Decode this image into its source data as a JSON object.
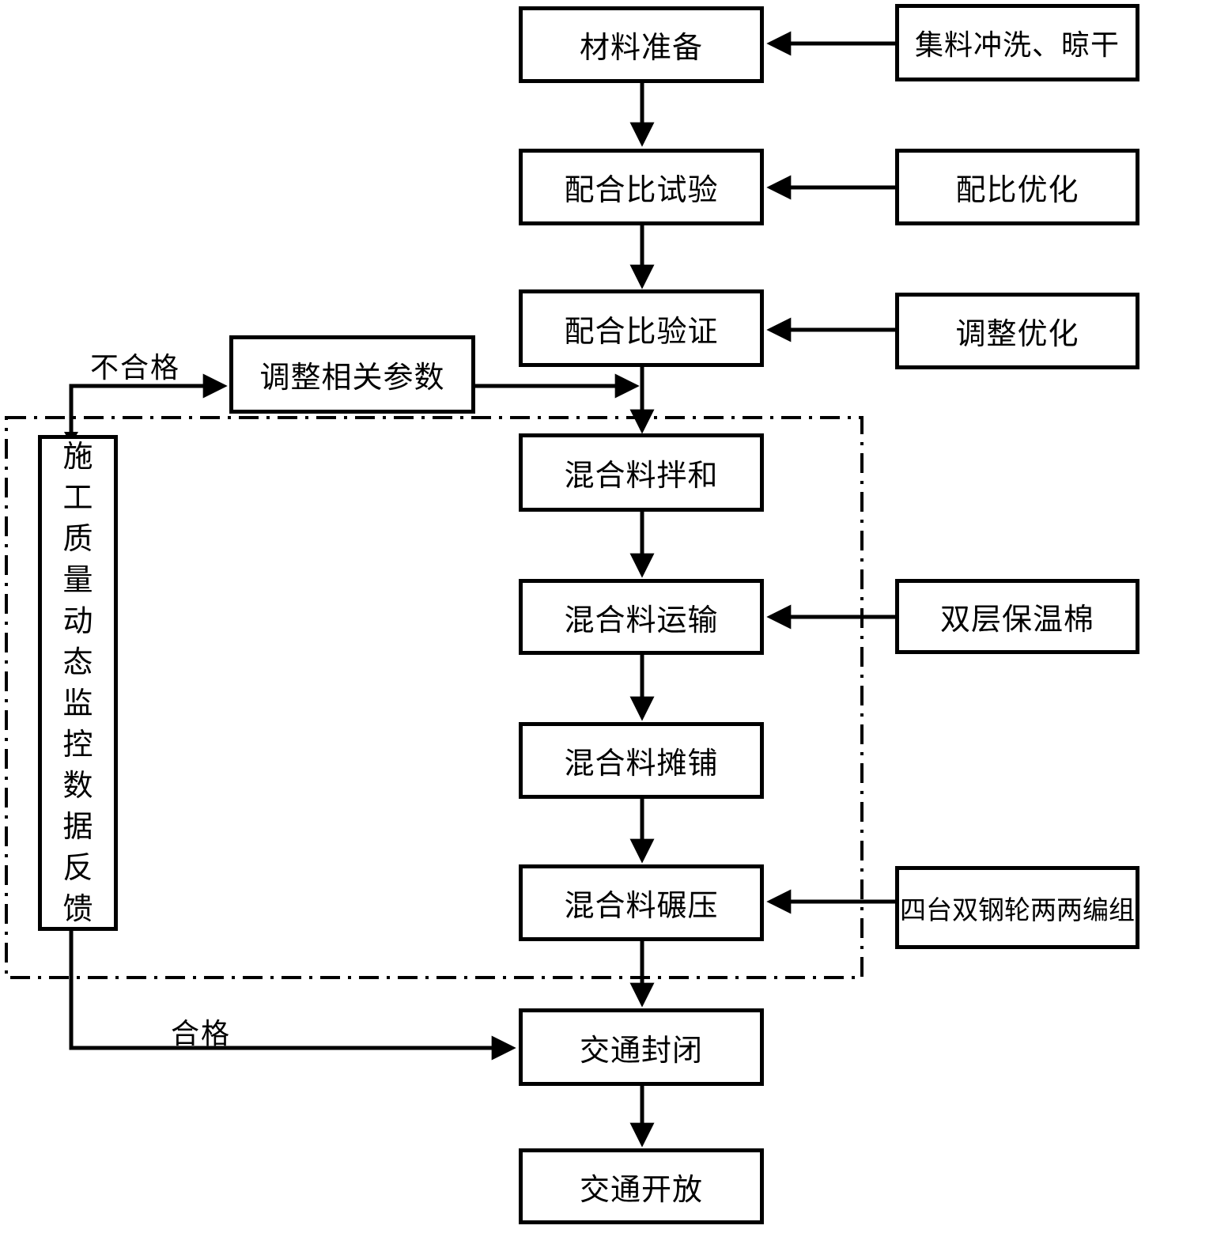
{
  "diagram_type": "flowchart",
  "language": "zh-CN",
  "colors": {
    "ink": "#000000",
    "background": "#ffffff"
  },
  "main_flow": [
    {
      "label": "材料准备"
    },
    {
      "label": "配合比试验"
    },
    {
      "label": "配合比验证"
    },
    {
      "label": "混合料拌和"
    },
    {
      "label": "混合料运输"
    },
    {
      "label": "混合料摊铺"
    },
    {
      "label": "混合料碾压"
    },
    {
      "label": "交通封闭"
    },
    {
      "label": "交通开放"
    }
  ],
  "side_inputs": [
    {
      "label": "集料冲洗、晾干",
      "points_to": "材料准备"
    },
    {
      "label": "配比优化",
      "points_to": "配合比试验"
    },
    {
      "label": "调整优化",
      "points_to": "配合比验证"
    },
    {
      "label": "双层保温棉",
      "points_to": "混合料运输"
    },
    {
      "label": "四台双钢轮两两编组",
      "points_to": "混合料碾压"
    }
  ],
  "feedback_loop": {
    "monitor_box": "施工质量动态监控数据反馈",
    "adjust_box": "调整相关参数",
    "fail_branch_label": "不合格",
    "pass_branch_label": "合格",
    "fail_points_to": "调整相关参数",
    "pass_points_to": "交通封闭"
  },
  "dashed_region": {
    "style": "dash-dot",
    "encloses": [
      "混合料拌和",
      "混合料运输",
      "混合料摊铺",
      "混合料碾压",
      "施工质量动态监控数据反馈"
    ]
  }
}
